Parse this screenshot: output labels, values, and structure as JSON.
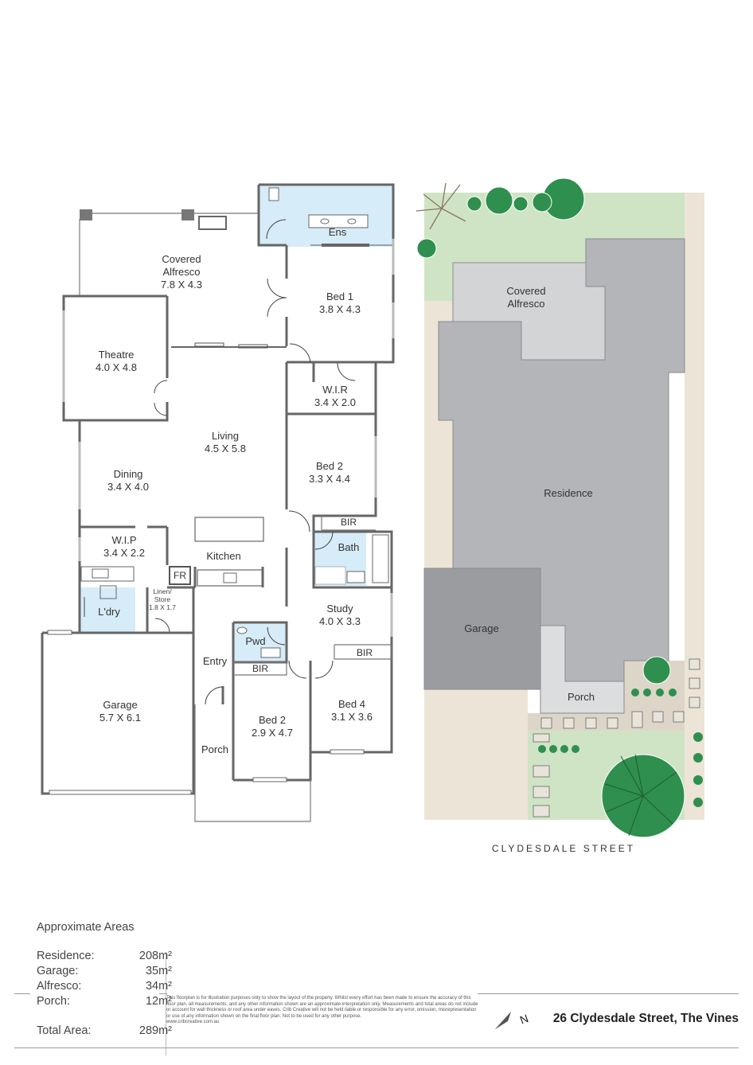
{
  "floor_plan": {
    "rooms": [
      {
        "name": "Covered\nAlfresco",
        "dims": "7.8 X 4.3"
      },
      {
        "name": "Ens",
        "dims": ""
      },
      {
        "name": "Bed 1",
        "dims": "3.8 X 4.3"
      },
      {
        "name": "Theatre",
        "dims": "4.0 X 4.8"
      },
      {
        "name": "W.I.R",
        "dims": "3.4 X 2.0"
      },
      {
        "name": "Living",
        "dims": "4.5 X 5.8"
      },
      {
        "name": "Bed 2",
        "dims": "3.3 X 4.4"
      },
      {
        "name": "Dining",
        "dims": "3.4 X 4.0"
      },
      {
        "name": "W.I.P",
        "dims": "3.4 X 2.2"
      },
      {
        "name": "Kitchen",
        "dims": ""
      },
      {
        "name": "Bath",
        "dims": ""
      },
      {
        "name": "Study",
        "dims": "4.0 X 3.3"
      },
      {
        "name": "L'dry",
        "dims": ""
      },
      {
        "name": "Pwd",
        "dims": ""
      },
      {
        "name": "Entry",
        "dims": ""
      },
      {
        "name": "Garage",
        "dims": "5.7 X 6.1"
      },
      {
        "name": "Bed 2",
        "dims": "2.9 X 4.7"
      },
      {
        "name": "Bed 4",
        "dims": "3.1 X 3.6"
      },
      {
        "name": "Porch",
        "dims": ""
      }
    ],
    "labels": {
      "fr": "FR",
      "bir": "BIR",
      "linen_line1": "Linen/",
      "linen_line2": "Store",
      "linen_dims": "1.8 X 1.7"
    }
  },
  "site_plan": {
    "labels": {
      "alfresco_line1": "Covered",
      "alfresco_line2": "Alfresco",
      "residence": "Residence",
      "garage": "Garage",
      "porch": "Porch"
    },
    "street": "CLYDESDALE STREET",
    "colors": {
      "lawn": "#cfe4c4",
      "tree": "#2f8f4e",
      "verge": "#ece4d6",
      "residence": "#b4b5b8",
      "garage": "#9b9c9f",
      "alfresco": "#d3d4d6",
      "porch": "#dcdddf",
      "paving": "#ddd6c8"
    }
  },
  "areas": {
    "heading": "Approximate Areas",
    "rows": [
      {
        "label": "Residence:",
        "value": "208m²"
      },
      {
        "label": "Garage:",
        "value": "35m²"
      },
      {
        "label": "Alfresco:",
        "value": "34m²"
      },
      {
        "label": "Porch:",
        "value": "12m²"
      }
    ],
    "total": {
      "label": "Total Area:",
      "value": "289m²"
    }
  },
  "disclaimer": "This floorplan is for illustration purposes only to show the layout of the property. Whilst every effort has been made to ensure the accuracy of this floor plan, all measurements, and any other information shown are an approximate interpretation only. Measurements and total areas do not include or account for wall thickness or roof area under eaves. Crib Creative will not be held liable or responsible for any error, omission, misrepresentation or use of any information shown on the final floor plan. Not to be used for any other purpose.",
  "disclaimer_url": "www.cribcreative.com.au",
  "address": "26 Clydesdale Street, The Vines",
  "compass_icon": "north-arrow-icon"
}
